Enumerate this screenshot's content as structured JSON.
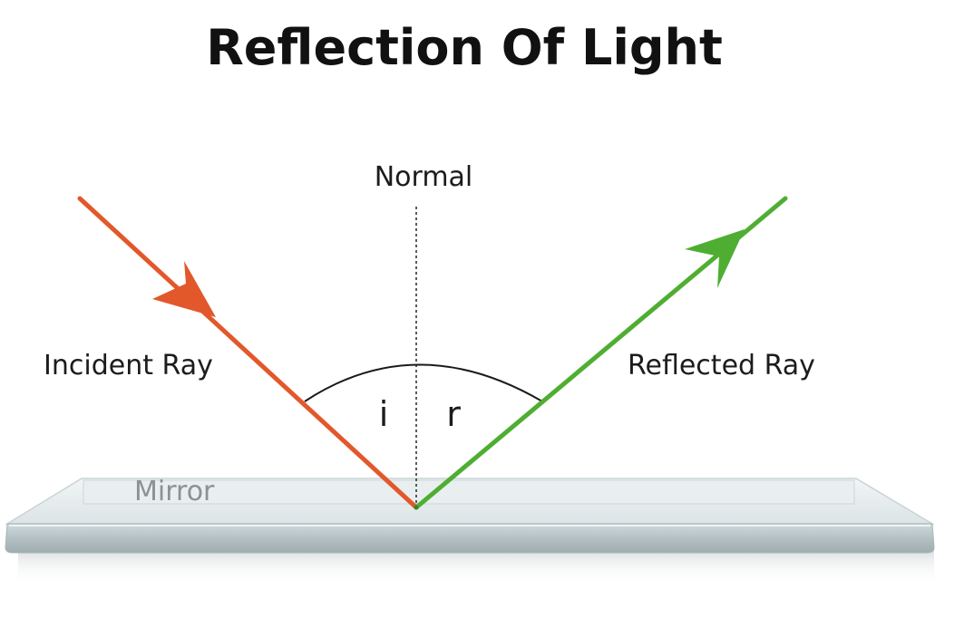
{
  "title": "Reflection Of Light",
  "labels": {
    "normal": "Normal",
    "incident_ray": "Incident Ray",
    "reflected_ray": "Reflected Ray",
    "angle_incidence": "i",
    "angle_reflection": "r",
    "mirror": "Mirror"
  },
  "colors": {
    "incident_ray": "#e2582b",
    "reflected_ray": "#4fae32",
    "angle_arc": "#1a1a1a",
    "normal_line": "#333333",
    "mirror_top": "#e6ecee",
    "mirror_edge": "#b9c4c7"
  }
}
